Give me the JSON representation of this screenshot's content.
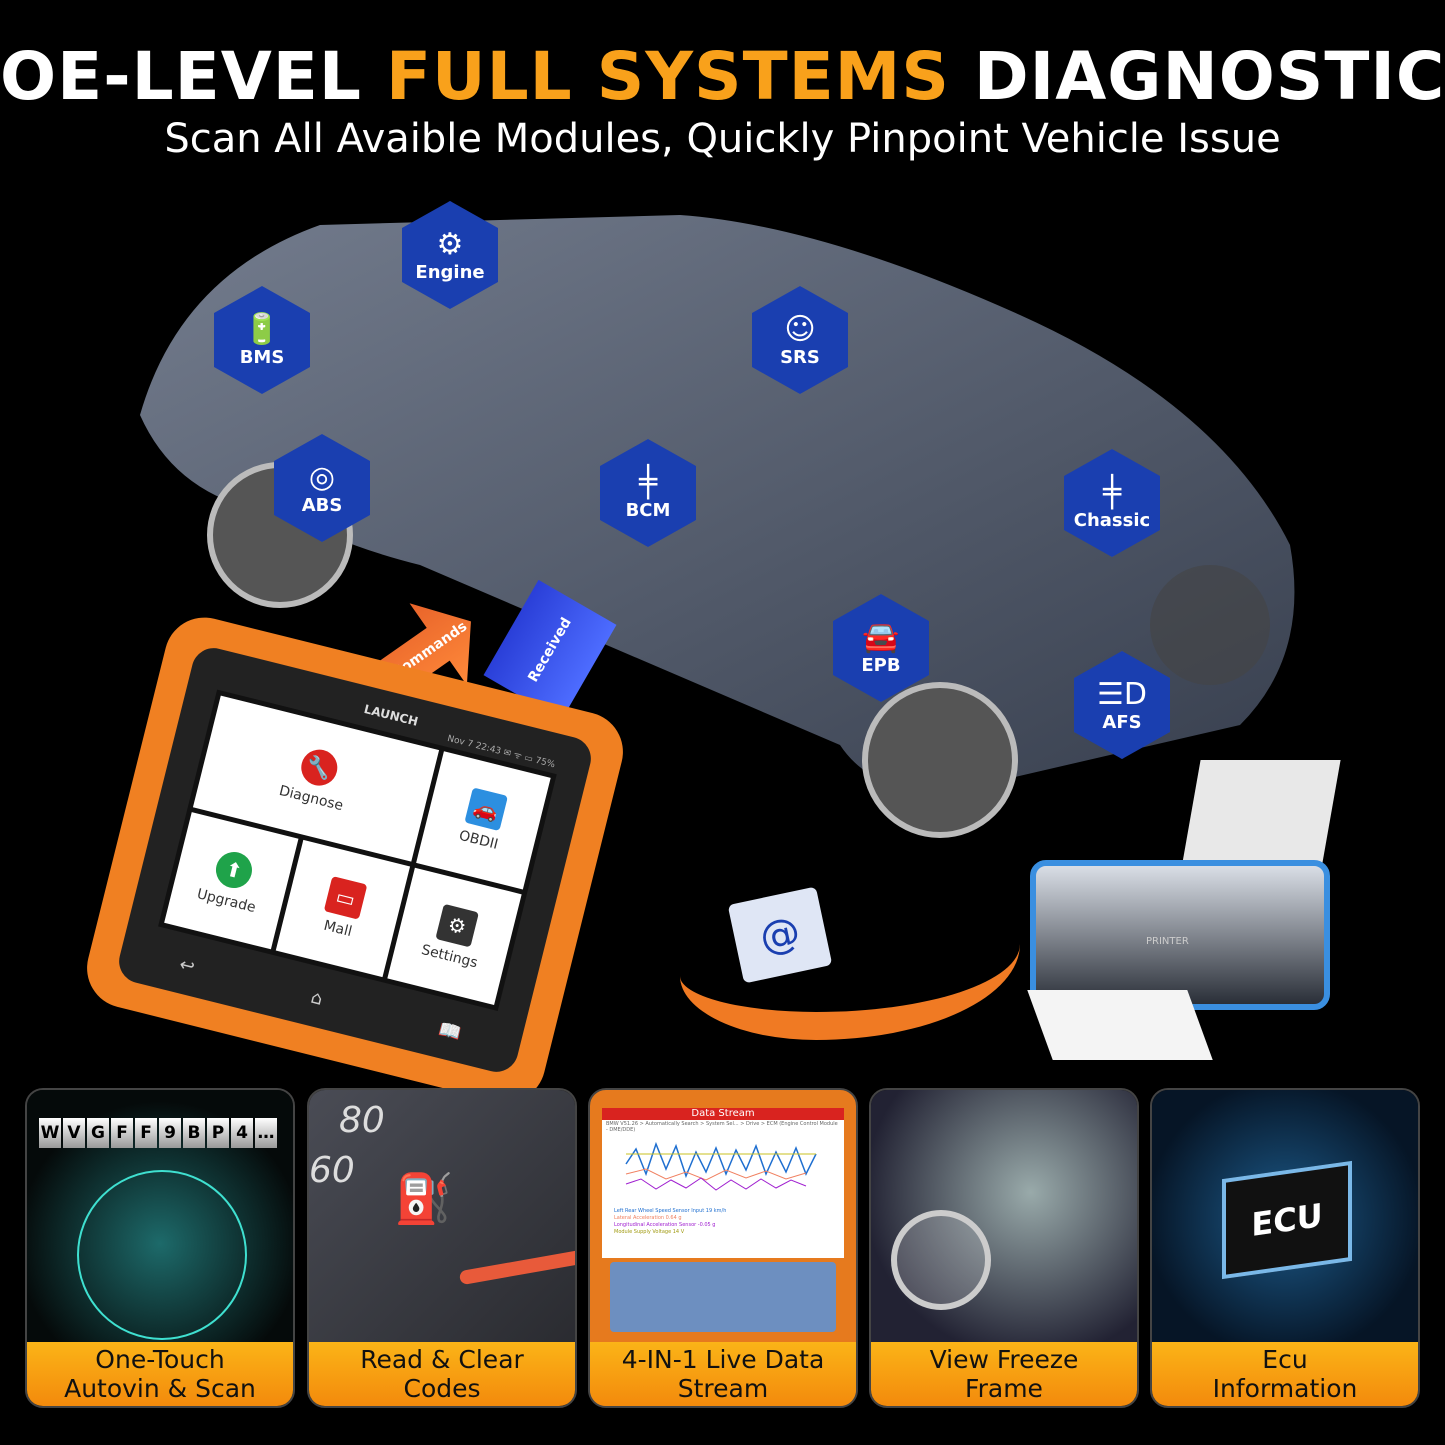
{
  "header": {
    "title_part1": "OE-LEVEL",
    "title_highlight": "FULL SYSTEMS",
    "title_part2": "DIAGNOSTICS",
    "subtitle": "Scan All Avaible Modules, Quickly  Pinpoint Vehicle Issue",
    "highlight_color": "#f9a11b"
  },
  "modules": [
    {
      "label": "Engine",
      "icon": "engine-icon"
    },
    {
      "label": "BMS",
      "icon": "battery-icon"
    },
    {
      "label": "SRS",
      "icon": "airbag-icon"
    },
    {
      "label": "ABS",
      "icon": "abs-icon"
    },
    {
      "label": "BCM",
      "icon": "chassis-icon"
    },
    {
      "label": "Chassic",
      "icon": "chassis-icon"
    },
    {
      "label": "EPB",
      "icon": "parking-brake-icon"
    },
    {
      "label": "AFS",
      "icon": "headlight-icon"
    }
  ],
  "arrows": {
    "commands": "Commands",
    "received": "Received"
  },
  "device": {
    "brand": "LAUNCH",
    "status": "Nov 7 22:43 ✉ ᯤ ▭ 75%",
    "tiles": [
      {
        "label": "Diagnose",
        "color": "#d9231f"
      },
      {
        "label": "OBDII",
        "color": "#2c8fe0"
      },
      {
        "label": "Upgrade",
        "color": "#1fa34a"
      },
      {
        "label": "Mall",
        "color": "#d9231f"
      },
      {
        "label": "Settings",
        "color": "#333333"
      }
    ]
  },
  "printer": {
    "label": "PRINTER"
  },
  "features": [
    {
      "caption_line1": "One-Touch",
      "caption_line2": "Autovin & Scan",
      "vin": [
        "W",
        "V",
        "G",
        "F",
        "F",
        "9",
        "B",
        "P",
        "4",
        "…"
      ]
    },
    {
      "caption_line1": "Read & Clear",
      "caption_line2": "Codes",
      "gauge_numbers": [
        "80",
        "60"
      ]
    },
    {
      "caption_line1": "4-IN-1 Live Data",
      "caption_line2": "Stream",
      "screen_title": "Data Stream",
      "breadcrumb": "BMW V51.26 > Automatically Search > System Sel... > Drive > ECM (Engine Control Module - DME/DDE)",
      "legend": [
        "Left Rear Wheel Speed Sensor Input 19 km/h",
        "Lateral Acceleration 0.64 g",
        "Longitudinal Acceleration Sensor -0.05 g",
        "Module Supply Voltage 14 V"
      ],
      "legend_colors": [
        "#1f6fd0",
        "#f08060",
        "#a020d0",
        "#c8c020"
      ]
    },
    {
      "caption_line1": "View Freeze",
      "caption_line2": "Frame"
    },
    {
      "caption_line1": "Ecu",
      "caption_line2": "Information",
      "chip_label": "ECU"
    }
  ]
}
